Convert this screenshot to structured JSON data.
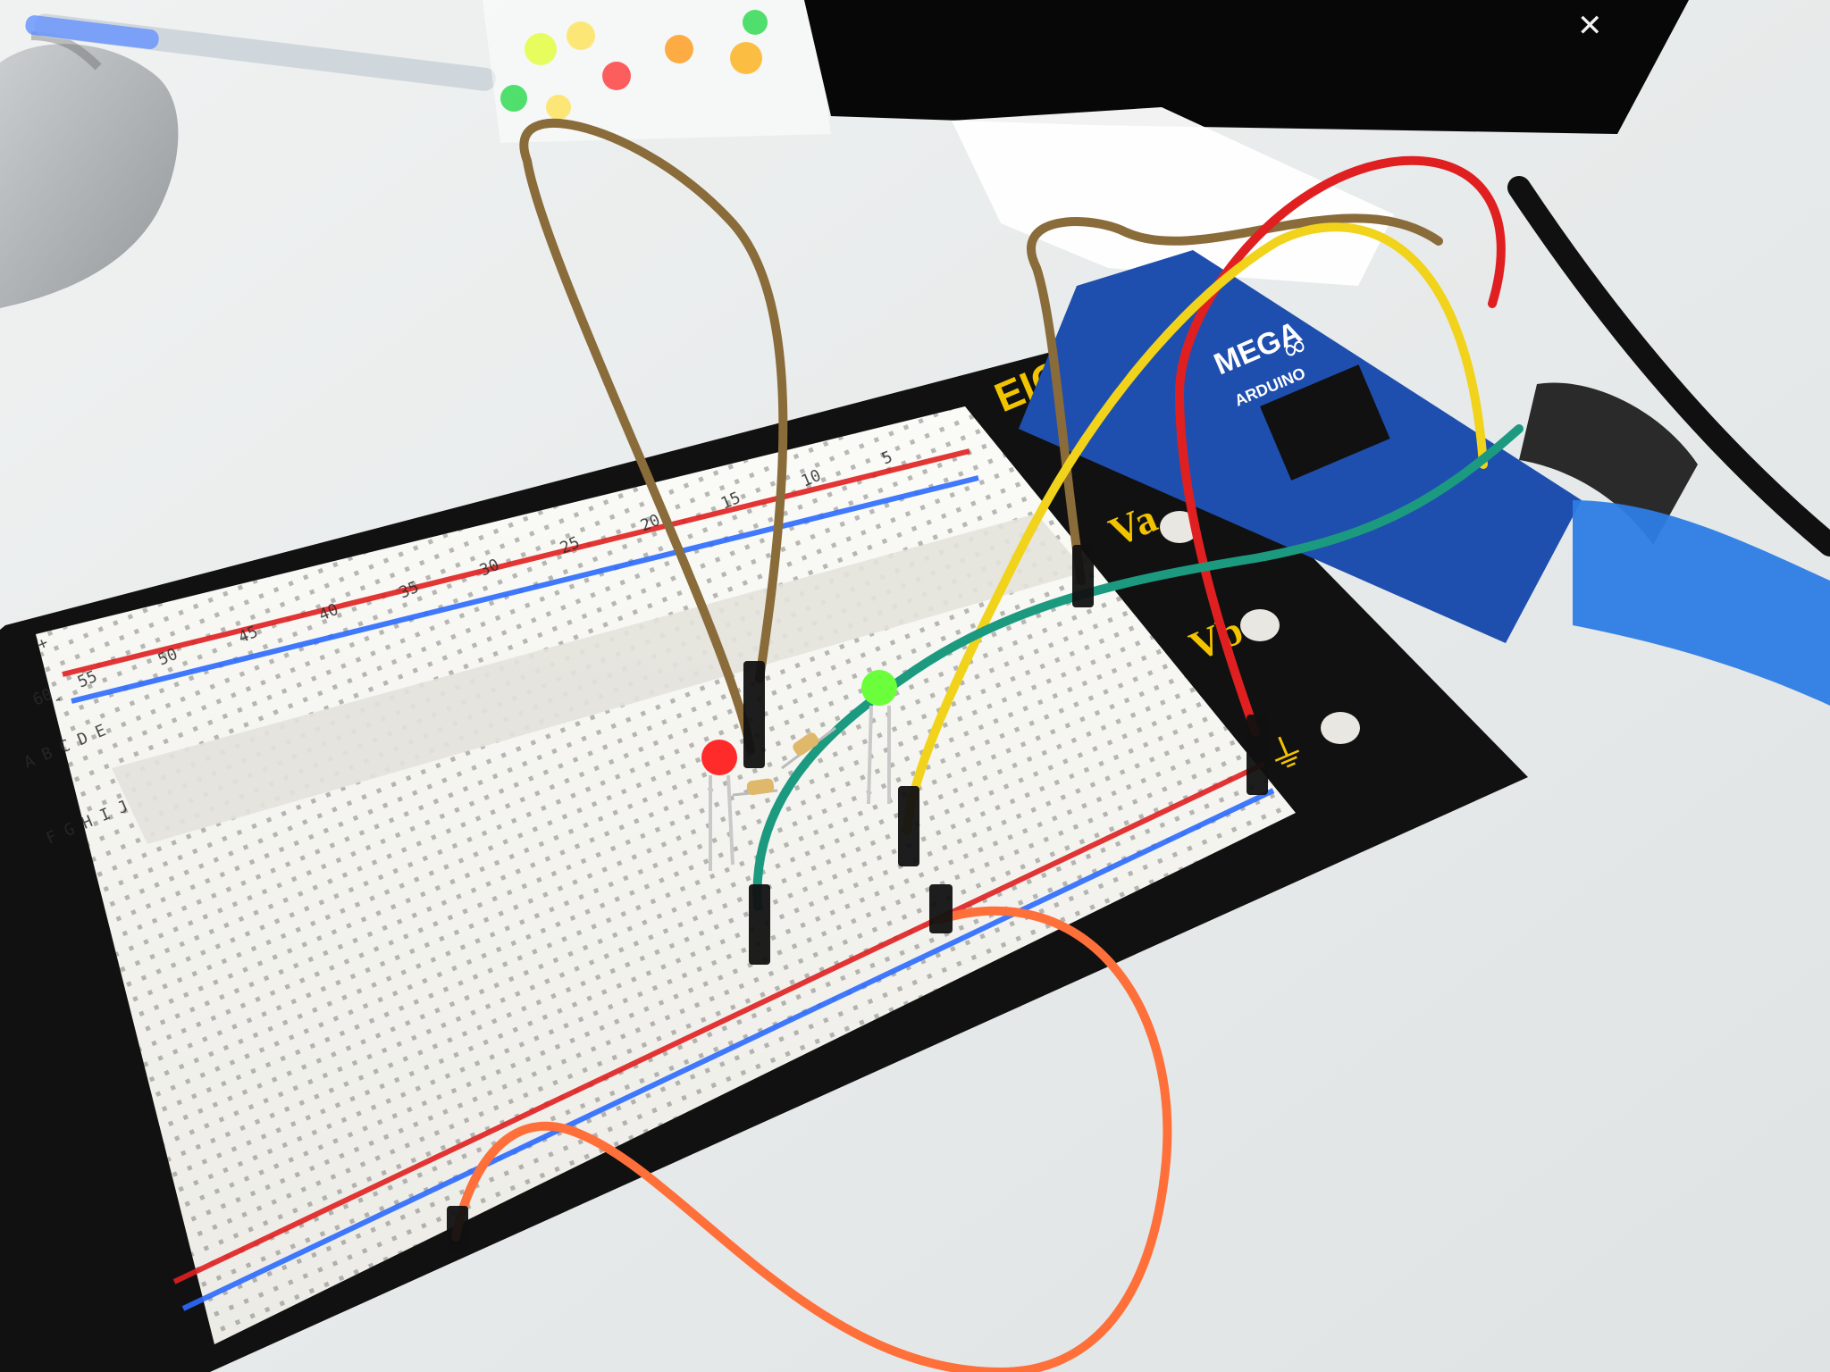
{
  "scene": {
    "kind": "photo",
    "labels": {
      "breadboard_brand": "EIC",
      "terminal_a": "Va",
      "terminal_b": "Vb",
      "board_name": "MEGA",
      "board_brand": "ARDUINO",
      "row_letters_top": "A B C D E",
      "row_letters_bottom": "F G H I J",
      "plus": "+",
      "minus": "-",
      "cols": [
        "5",
        "10",
        "15",
        "20",
        "25",
        "30",
        "35",
        "40",
        "45",
        "50",
        "55",
        "60"
      ]
    },
    "colors": {
      "desk": "#e9ecec",
      "breadboard": "#f4f3ee",
      "base_plate": "#111111",
      "base_text": "#f2c300",
      "board": "#1f4fae",
      "wire_brown": "#8a6b3a",
      "wire_red": "#e02020",
      "wire_yellow": "#f1d31b",
      "wire_green": "#1c9a80",
      "wire_orange": "#ff6f3a",
      "led_red": "#ff2a2a",
      "led_green": "#6bff3b"
    },
    "icons": {
      "logo": "infinity-logo-icon",
      "ground": "ground-symbol-icon",
      "console_logo": "x-logo-icon"
    }
  }
}
